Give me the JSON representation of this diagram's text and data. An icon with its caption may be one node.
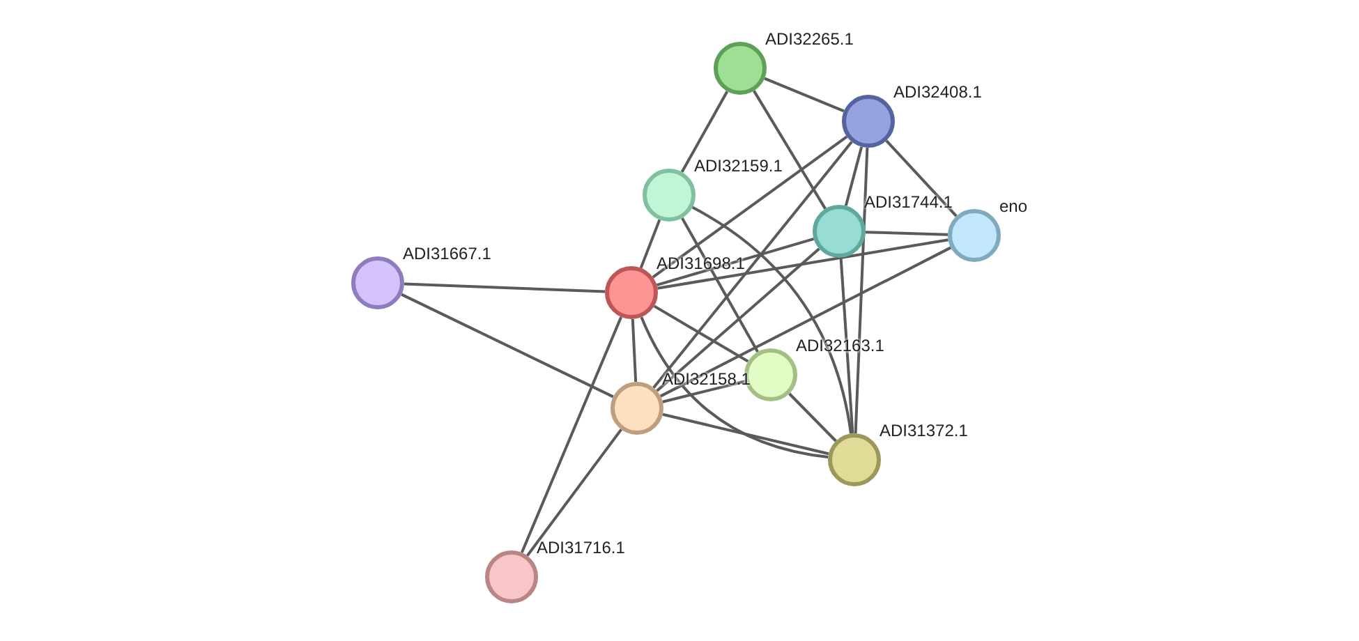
{
  "diagram": {
    "nodes": [
      {
        "text": [
          "ADI32265.1"
        ]
      },
      {
        "text": [
          "ADI32408.1"
        ]
      },
      {
        "text": [
          "ADI32159.1"
        ]
      },
      {
        "text": [
          "ADI31744.1"
        ]
      },
      {
        "text": [
          "eno"
        ]
      },
      {
        "text": [
          "ADI31667.1"
        ]
      },
      {
        "text": [
          "ADI31698.1"
        ]
      },
      {
        "text": [
          "ADI32163.1"
        ]
      },
      {
        "text": [
          "ADI32158.1"
        ]
      },
      {
        "text": [
          "ADI31372.1"
        ]
      },
      {
        "text": [
          "ADI31716.1"
        ]
      }
    ],
    "edges": [
      {
        "from": 0,
        "to": 1,
        "arrow": "none"
      },
      {
        "from": 0,
        "to": 2,
        "arrow": "none"
      },
      {
        "from": 0,
        "to": 3,
        "arrow": "none"
      },
      {
        "from": 1,
        "to": 3,
        "arrow": "none"
      },
      {
        "from": 1,
        "to": 4,
        "arrow": "none"
      },
      {
        "from": 1,
        "to": 6,
        "arrow": "none"
      },
      {
        "from": 1,
        "to": 8,
        "arrow": "none"
      },
      {
        "from": 1,
        "to": 9,
        "arrow": "none"
      },
      {
        "from": 2,
        "to": 6,
        "arrow": "none"
      },
      {
        "from": 2,
        "to": 7,
        "arrow": "none"
      },
      {
        "from": 2,
        "to": 9,
        "arrow": "none"
      },
      {
        "from": 3,
        "to": 4,
        "arrow": "none"
      },
      {
        "from": 3,
        "to": 6,
        "arrow": "none"
      },
      {
        "from": 3,
        "to": 8,
        "arrow": "none"
      },
      {
        "from": 3,
        "to": 9,
        "arrow": "none"
      },
      {
        "from": 4,
        "to": 6,
        "arrow": "none"
      },
      {
        "from": 4,
        "to": 8,
        "arrow": "none"
      },
      {
        "from": 5,
        "to": 6,
        "arrow": "none"
      },
      {
        "from": 5,
        "to": 8,
        "arrow": "none"
      },
      {
        "from": 6,
        "to": 7,
        "arrow": "none"
      },
      {
        "from": 6,
        "to": 8,
        "arrow": "none"
      },
      {
        "from": 6,
        "to": 9,
        "arrow": "none"
      },
      {
        "from": 6,
        "to": 10,
        "arrow": "none"
      },
      {
        "from": 7,
        "to": 8,
        "arrow": "none"
      },
      {
        "from": 7,
        "to": 9,
        "arrow": "none"
      },
      {
        "from": 8,
        "to": 9,
        "arrow": "none"
      },
      {
        "from": 8,
        "to": 10,
        "arrow": "none"
      }
    ]
  }
}
